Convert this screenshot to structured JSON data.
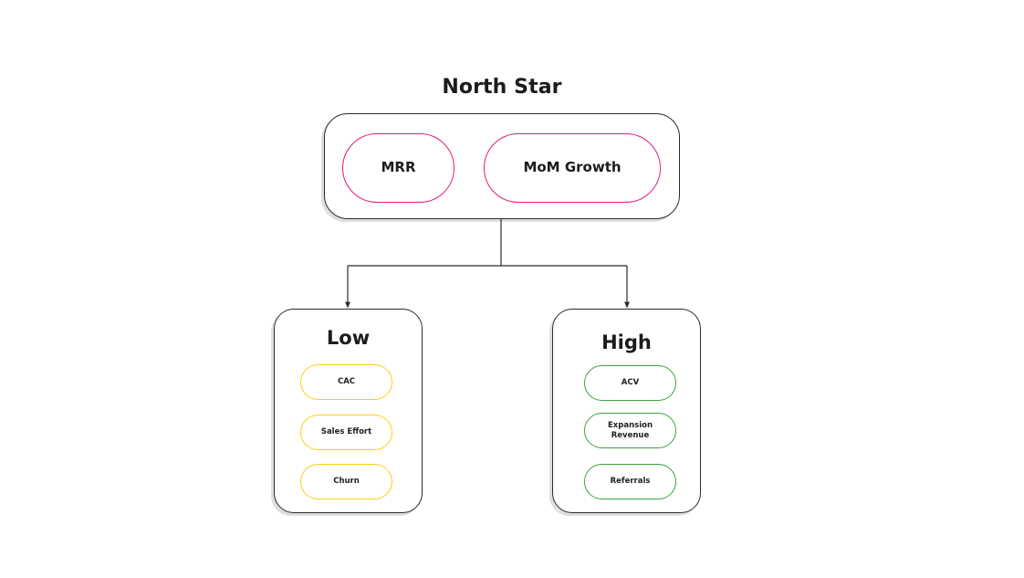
{
  "diagram": {
    "title": "North Star",
    "root": {
      "label": "North Star",
      "metrics": [
        {
          "label": "MRR",
          "color": "#e8197f"
        },
        {
          "label": "MoM Growth",
          "color": "#e8197f"
        }
      ]
    },
    "branches": [
      {
        "title": "Low",
        "accent": "#f7d117",
        "metrics": [
          {
            "label": "CAC"
          },
          {
            "label": "Sales Effort"
          },
          {
            "label": "Churn"
          }
        ]
      },
      {
        "title": "High",
        "accent": "#3aa33e",
        "metrics": [
          {
            "label": "ACV"
          },
          {
            "label": "Expansion Revenue",
            "line1": "Expansion",
            "line2": "Revenue"
          },
          {
            "label": "Referrals"
          }
        ]
      }
    ],
    "connectors": {
      "stem_color": "#2b2b2b",
      "arrow_color": "#2b2b2b"
    },
    "colors": {
      "background": "#ffffff",
      "outline": "#2b2b2b",
      "text": "#1c1c1c",
      "shadow": "rgba(0,0,0,0.13)"
    }
  }
}
